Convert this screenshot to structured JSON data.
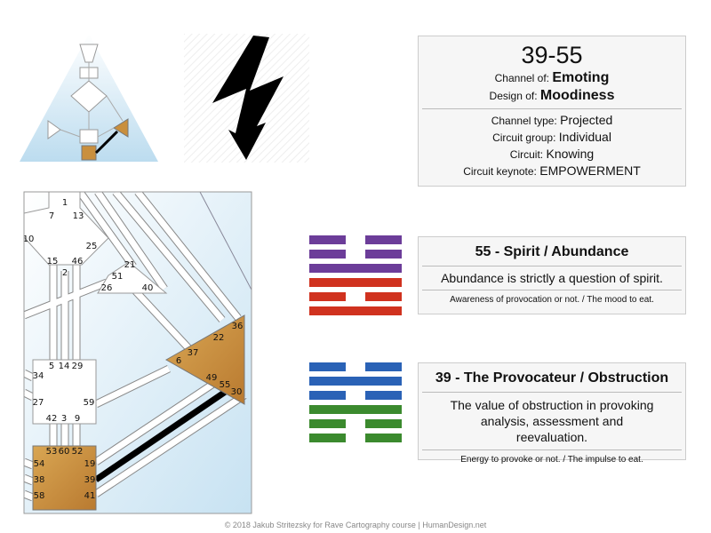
{
  "channel": {
    "title": "39-55",
    "channel_of_label": "Channel of:",
    "channel_of": "Emoting",
    "design_of_label": "Design of:",
    "design_of": "Moodiness",
    "rows": [
      {
        "k": "Channel type:",
        "v": "Projected"
      },
      {
        "k": "Circuit group:",
        "v": "Individual"
      },
      {
        "k": "Circuit:",
        "v": "Knowing"
      },
      {
        "k": "Circuit keynote:",
        "v": "EMPOWERMENT"
      }
    ]
  },
  "gate55": {
    "title": "55 - Spirit / Abundance",
    "text": "Abundance is strictly a question of spirit.",
    "sub": "Awareness of provocation or not. / The mood to eat.",
    "lines": [
      "broken",
      "broken",
      "solid",
      "solid",
      "broken",
      "solid"
    ],
    "colors": [
      "#6c3d99",
      "#6c3d99",
      "#6c3d99",
      "#d0321f",
      "#d0321f",
      "#d0321f"
    ]
  },
  "gate39": {
    "title": "39 - The Provocateur / Obstruction",
    "text": "The value of obstruction in provoking analysis, assessment and reevaluation.",
    "sub": "Energy to provoke or not. / The impulse to eat.",
    "lines": [
      "broken",
      "solid",
      "broken",
      "solid",
      "broken",
      "broken"
    ],
    "colors": [
      "#2a62b6",
      "#2a62b6",
      "#2a62b6",
      "#3b8a2e",
      "#3b8a2e",
      "#3b8a2e"
    ]
  },
  "gates": [
    "1",
    "7",
    "13",
    "10",
    "25",
    "15",
    "46",
    "2",
    "21",
    "51",
    "26",
    "40",
    "36",
    "22",
    "37",
    "6",
    "49",
    "55",
    "30",
    "5",
    "14",
    "29",
    "34",
    "27",
    "59",
    "42",
    "3",
    "9",
    "53",
    "60",
    "52",
    "54",
    "38",
    "58",
    "19",
    "39",
    "41"
  ],
  "footer": "© 2018 Jakub Stritezsky for Rave Cartography course | HumanDesign.net",
  "colors": {
    "center": "#c98f3d",
    "active": "#000000"
  }
}
